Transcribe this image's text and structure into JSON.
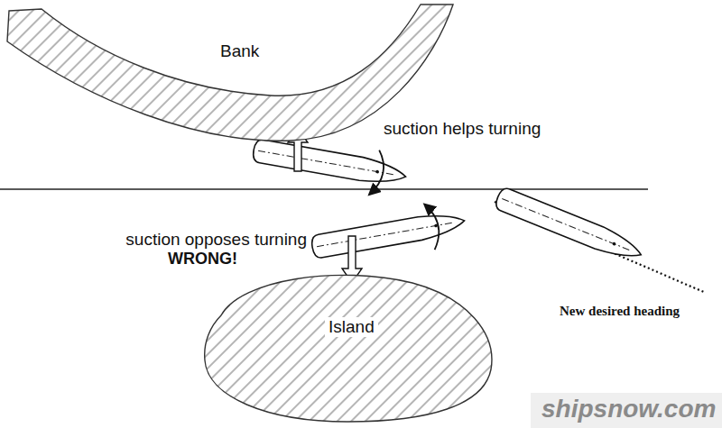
{
  "diagram": {
    "nodes": [
      {
        "text": [
          "Bank"
        ]
      },
      {
        "text": [
          "Island"
        ]
      }
    ],
    "labels": [
      "suction helps turning",
      "suction opposes turning",
      "WRONG!",
      "New desired heading",
      "shipsnow.com"
    ]
  }
}
